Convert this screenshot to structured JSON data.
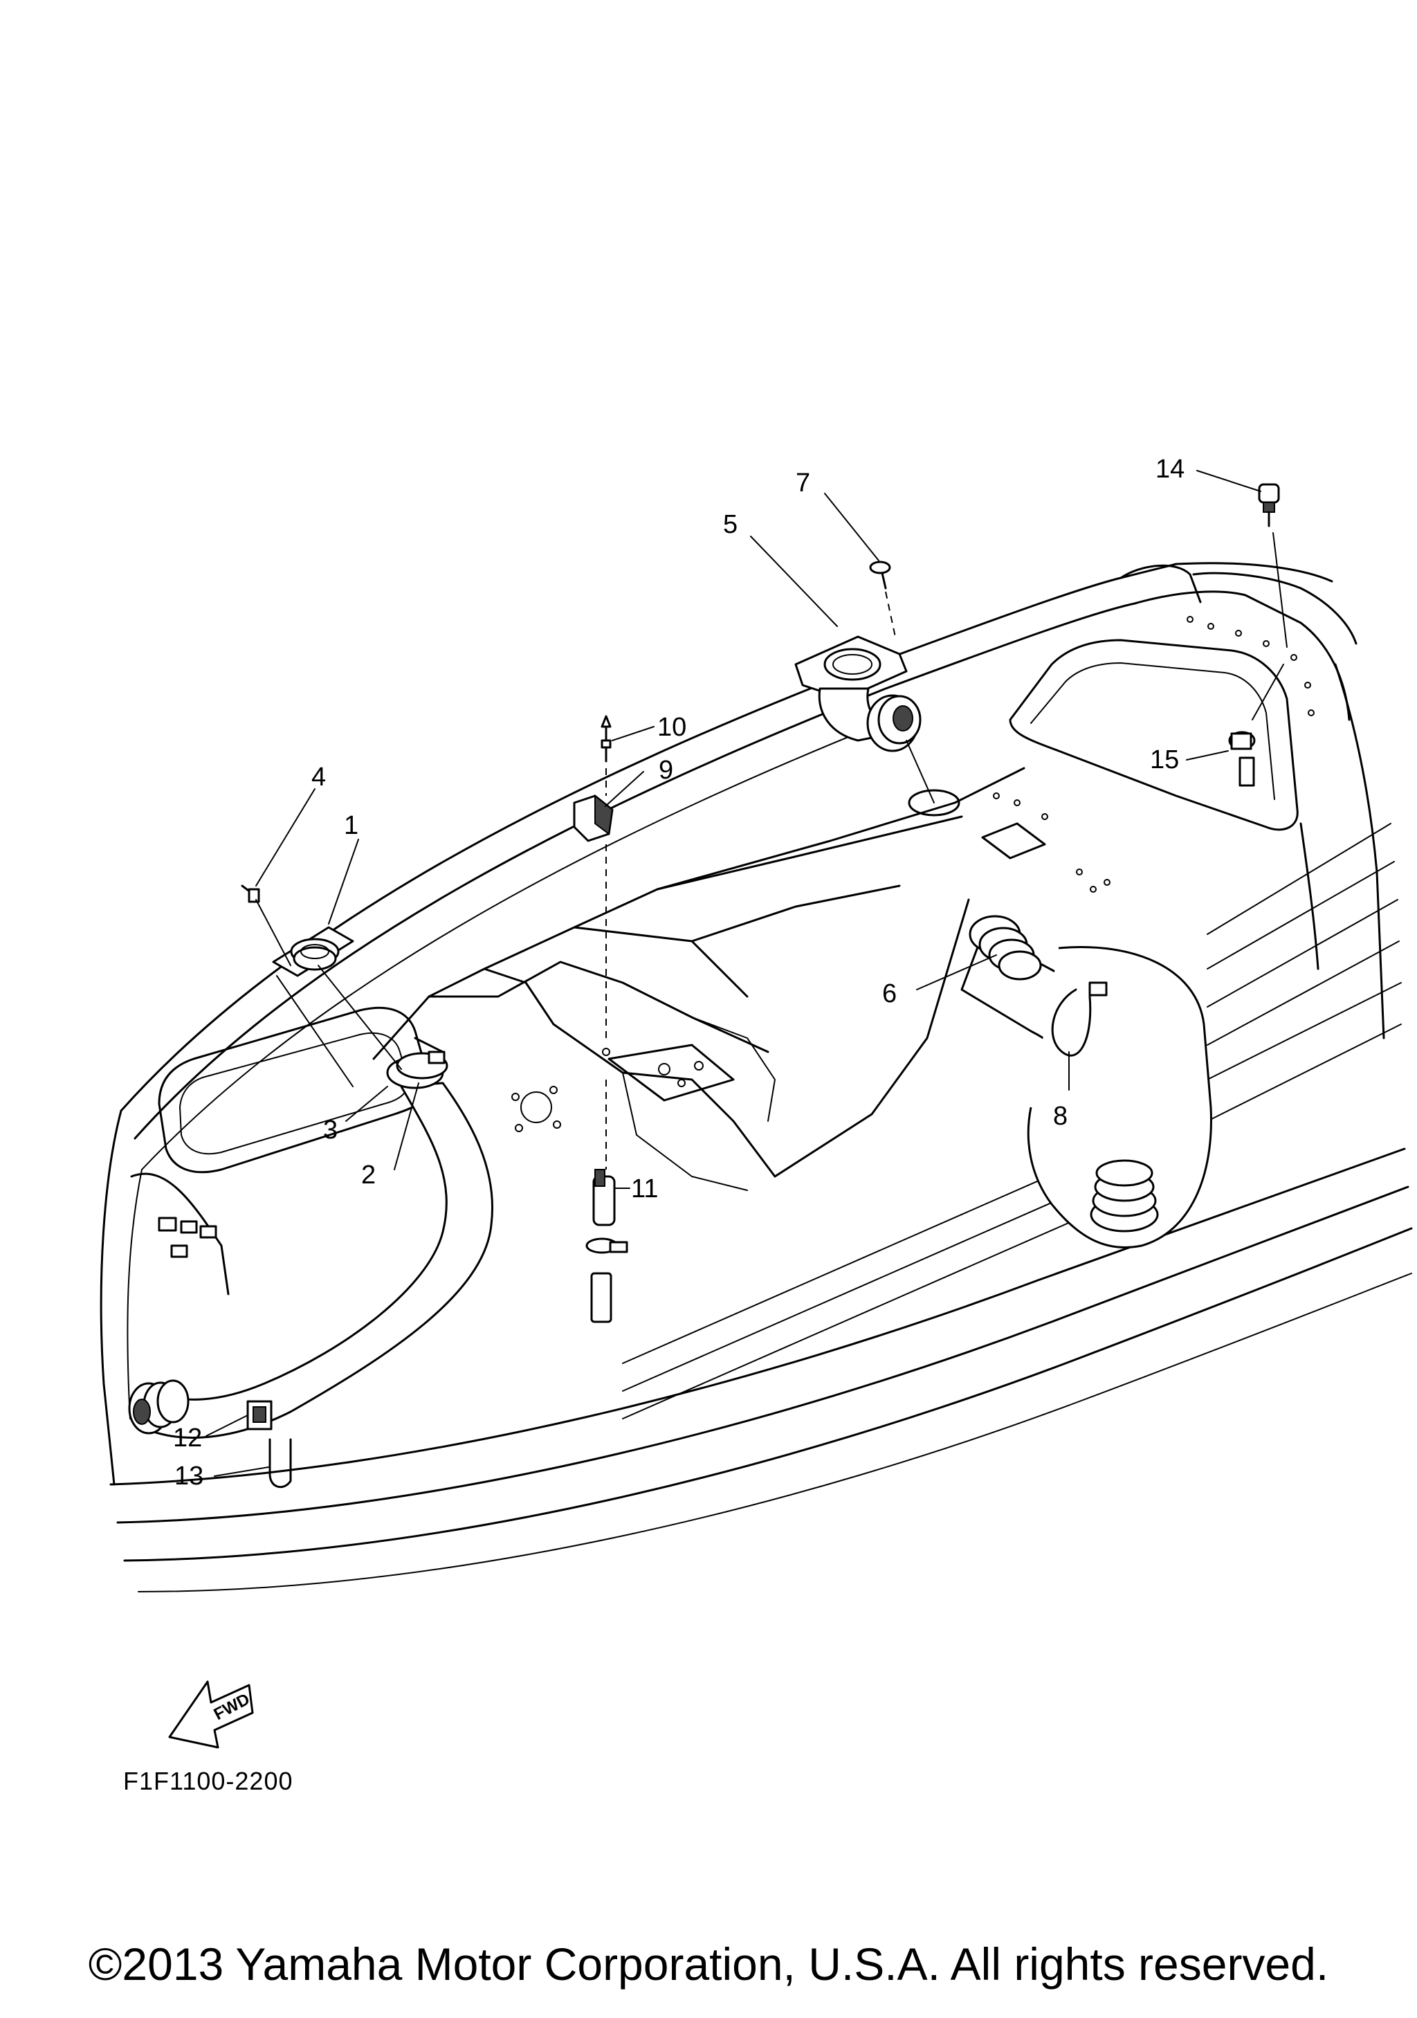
{
  "callouts": [
    {
      "id": "1",
      "label": "1"
    },
    {
      "id": "2",
      "label": "2"
    },
    {
      "id": "3",
      "label": "3"
    },
    {
      "id": "4",
      "label": "4"
    },
    {
      "id": "5",
      "label": "5"
    },
    {
      "id": "6",
      "label": "6"
    },
    {
      "id": "7",
      "label": "7"
    },
    {
      "id": "8",
      "label": "8"
    },
    {
      "id": "9",
      "label": "9"
    },
    {
      "id": "10",
      "label": "10"
    },
    {
      "id": "11",
      "label": "11"
    },
    {
      "id": "12",
      "label": "12"
    },
    {
      "id": "13",
      "label": "13"
    },
    {
      "id": "14",
      "label": "14"
    },
    {
      "id": "15",
      "label": "15"
    }
  ],
  "fwd_arrow": {
    "label": "FWD"
  },
  "diagram_code": "F1F1100-2200",
  "copyright": "©2013 Yamaha Motor Corporation, U.S.A. All rights reserved."
}
